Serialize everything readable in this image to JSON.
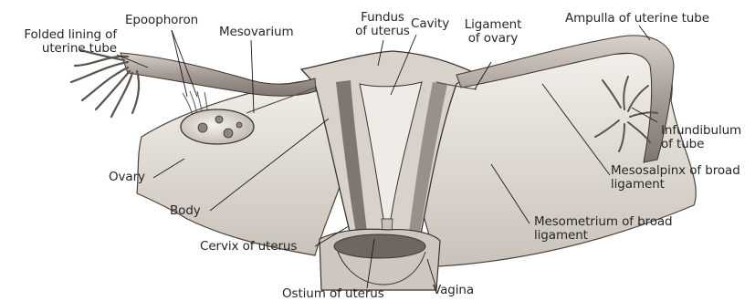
{
  "labels": {
    "folded_lining": [
      "Folded lining of",
      "uterine tube"
    ],
    "epoophoron": [
      "Epoophoron"
    ],
    "mesovarium": [
      "Mesovarium"
    ],
    "fundus": [
      "Fundus",
      "of uterus"
    ],
    "cavity": [
      "Cavity"
    ],
    "ligament_of_ovary": [
      "Ligament",
      "of ovary"
    ],
    "ampulla": [
      "Ampulla of uterine tube"
    ],
    "infundibulum": [
      "Infundibulum",
      "of tube"
    ],
    "mesosalpinx": [
      "Mesosalpinx of broad",
      "ligament"
    ],
    "mesometrium": [
      "Mesometrium of broad",
      "ligament"
    ],
    "ovary": [
      "Ovary"
    ],
    "body": [
      "Body"
    ],
    "cervix": [
      "Cervix of uterus"
    ],
    "ostium": [
      "Ostium of uterus"
    ],
    "vagina": [
      "Vagina"
    ]
  },
  "colors": {
    "tissue": "#e9e4de",
    "shadow": "#a9a29b",
    "lining": "#6f6660",
    "outline": "#3b3530",
    "leader": "#1a1a1a"
  }
}
